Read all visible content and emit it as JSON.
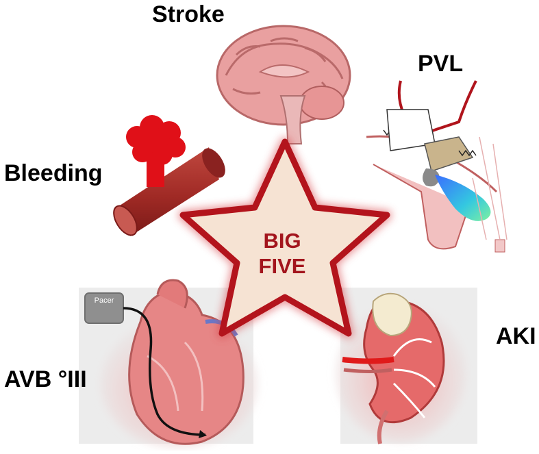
{
  "labels": {
    "stroke": "Stroke",
    "pvl": "PVL",
    "bleeding": "Bleeding",
    "avb": "AVB °III",
    "aki": "AKI"
  },
  "star": {
    "line1": "BIG",
    "line2": "FIVE"
  },
  "pacer_label": "Pacer",
  "colors": {
    "star_fill": "#f6e3d3",
    "star_border": "#b3141c",
    "star_text": "#a3151d",
    "vessel": "#b0302a",
    "blood": "#e0101a",
    "brain": "#e59a9a",
    "heart": "#e88a8a",
    "kidney": "#e56a6a",
    "pacer_box": "#8f8f8f"
  },
  "icons": [
    "brain-icon",
    "bleeding-vessel-icon",
    "valve-leak-icon",
    "heart-pacer-icon",
    "kidney-icon"
  ]
}
